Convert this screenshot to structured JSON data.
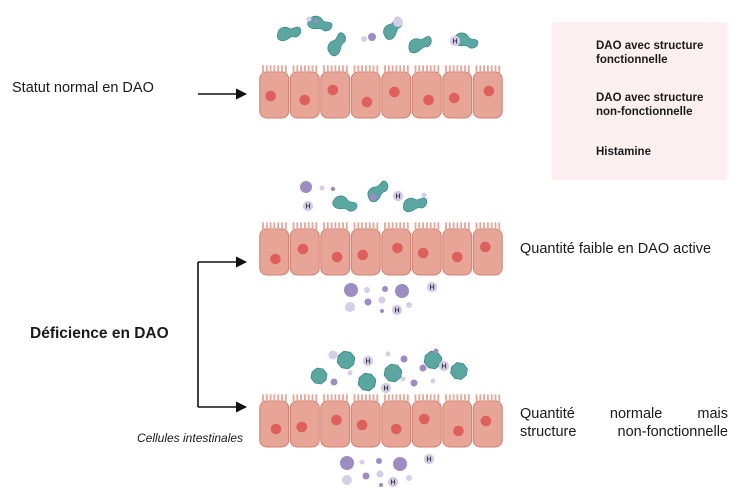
{
  "labels": {
    "normal": "Statut normal en DAO",
    "deficiency": "Déficience en DAO",
    "cells": "Cellules intestinales",
    "low_active": "Quantité faible en DAO active",
    "nonfunctional_line1": "Quantité normale mais",
    "nonfunctional_line2": "structure non-fonctionnelle"
  },
  "legend": {
    "functional": "DAO avec structure fonctionnelle",
    "nonfunctional": "DAO avec structure non-fonctionnelle",
    "histamine": "Histamine",
    "histamine_symbol": "H"
  },
  "colors": {
    "cell_fill": "#e6a596",
    "cell_stroke": "#d27d6c",
    "nucleus": "#de5f5b",
    "dao": "#5aa7a2",
    "histamine_dark": "#9d8bc4",
    "histamine_light": "#d6cde6",
    "legend_bg": "#fbf0ef"
  }
}
